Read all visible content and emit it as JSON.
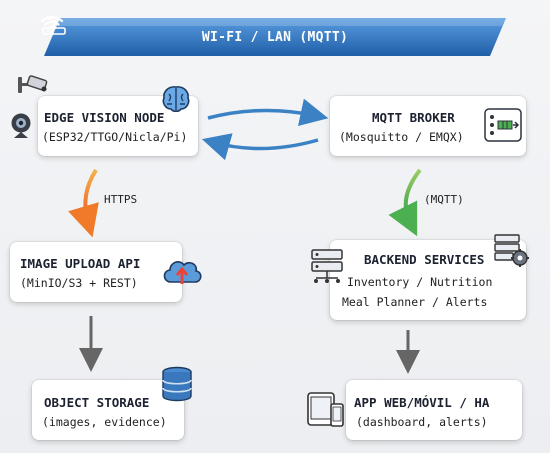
{
  "banner": {
    "label": "WI-FI / LAN (MQTT)",
    "icons": [
      "wifi-icon",
      "router-icon"
    ]
  },
  "nodes": {
    "edge": {
      "title": "EDGE VISION NODE",
      "subtitle": "(ESP32/TTGO/Nicla/Pi)",
      "icons": [
        "security-camera-icon",
        "webcam-icon",
        "brain-icon"
      ]
    },
    "broker": {
      "title": "MQTT BROKER",
      "subtitle": "(Mosquitto / EMQX)",
      "icons": [
        "queue-icon"
      ]
    },
    "upload": {
      "title": "IMAGE UPLOAD API",
      "subtitle": "(MinIO/S3 + REST)",
      "icons": [
        "cloud-upload-icon"
      ]
    },
    "backend": {
      "title": "BACKEND SERVICES",
      "line1": "Inventory / Nutrition",
      "line2": "Meal Planner / Alerts",
      "icons": [
        "server-rack-icon",
        "server-gear-icon"
      ]
    },
    "storage": {
      "title": "OBJECT STORAGE",
      "subtitle": "(images, evidence)",
      "icons": [
        "database-icon"
      ]
    },
    "app": {
      "title": "APP WEB/MÓVIL / HA",
      "subtitle": "(dashboard, alerts)",
      "icons": [
        "devices-icon"
      ]
    }
  },
  "edges": [
    {
      "from": "edge",
      "to": "broker",
      "label": "",
      "color": "#3b82c4"
    },
    {
      "from": "broker",
      "to": "edge",
      "label": "",
      "color": "#3b82c4"
    },
    {
      "from": "edge",
      "to": "upload",
      "label": "HTTPS",
      "color": "#f07a2a"
    },
    {
      "from": "broker",
      "to": "backend",
      "label": "(MQTT)",
      "color": "#4caf50"
    },
    {
      "from": "upload",
      "to": "storage",
      "label": "",
      "color": "#666666"
    },
    {
      "from": "backend",
      "to": "app",
      "label": "",
      "color": "#666666"
    }
  ],
  "colors": {
    "banner": "#1f5fa8",
    "banner_light": "#4b8fd6",
    "https": "#f07a2a",
    "mqtt": "#4caf50",
    "link": "#3b82c4",
    "neutral": "#666666"
  }
}
